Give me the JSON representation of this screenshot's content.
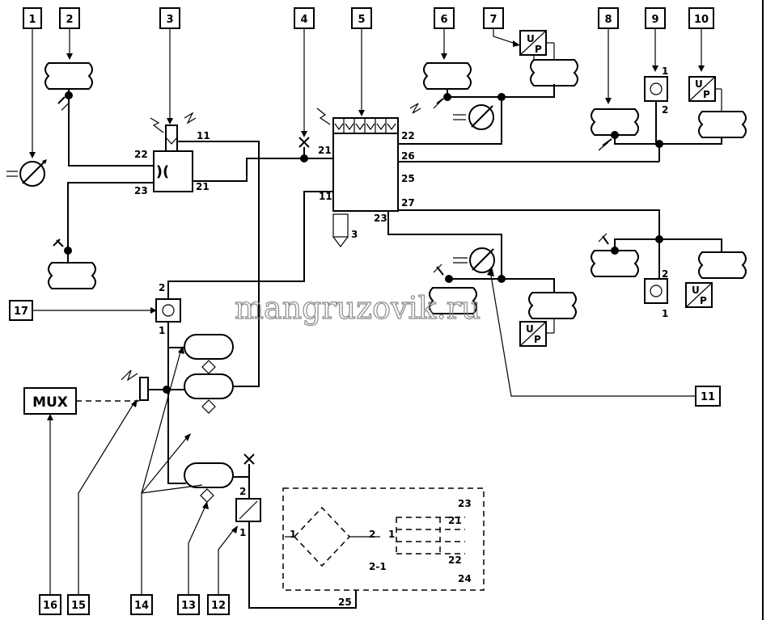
{
  "callouts": [
    "1",
    "2",
    "3",
    "4",
    "5",
    "6",
    "7",
    "8",
    "9",
    "10",
    "11",
    "12",
    "13",
    "14",
    "15",
    "16",
    "17"
  ],
  "mux_label": "MUX",
  "watermark": "mangruzovik.ru",
  "relay_valve_ports": {
    "p22": "22",
    "p23": "23",
    "p21": "21",
    "p11": "11"
  },
  "main_valve_ports": {
    "p21": "21",
    "p11": "11",
    "p22": "22",
    "p26": "26",
    "p25": "25",
    "p27": "27",
    "p23": "23",
    "p3": "3"
  },
  "check_valve_ports": {
    "upper_in": "1",
    "upper_out": "2",
    "lower_out": "2",
    "lower_in": "1",
    "left_out": "2",
    "left_in": "1",
    "drain_up": "2",
    "drain_in": "1"
  },
  "pressure_sensor_label": {
    "u": "U",
    "p": "P"
  },
  "control_box_ports": {
    "in": "1",
    "out": "2",
    "out2": "2-1",
    "in2": "1",
    "p23": "23",
    "p21": "21",
    "p22": "22",
    "p24": "24",
    "p25": "25"
  }
}
